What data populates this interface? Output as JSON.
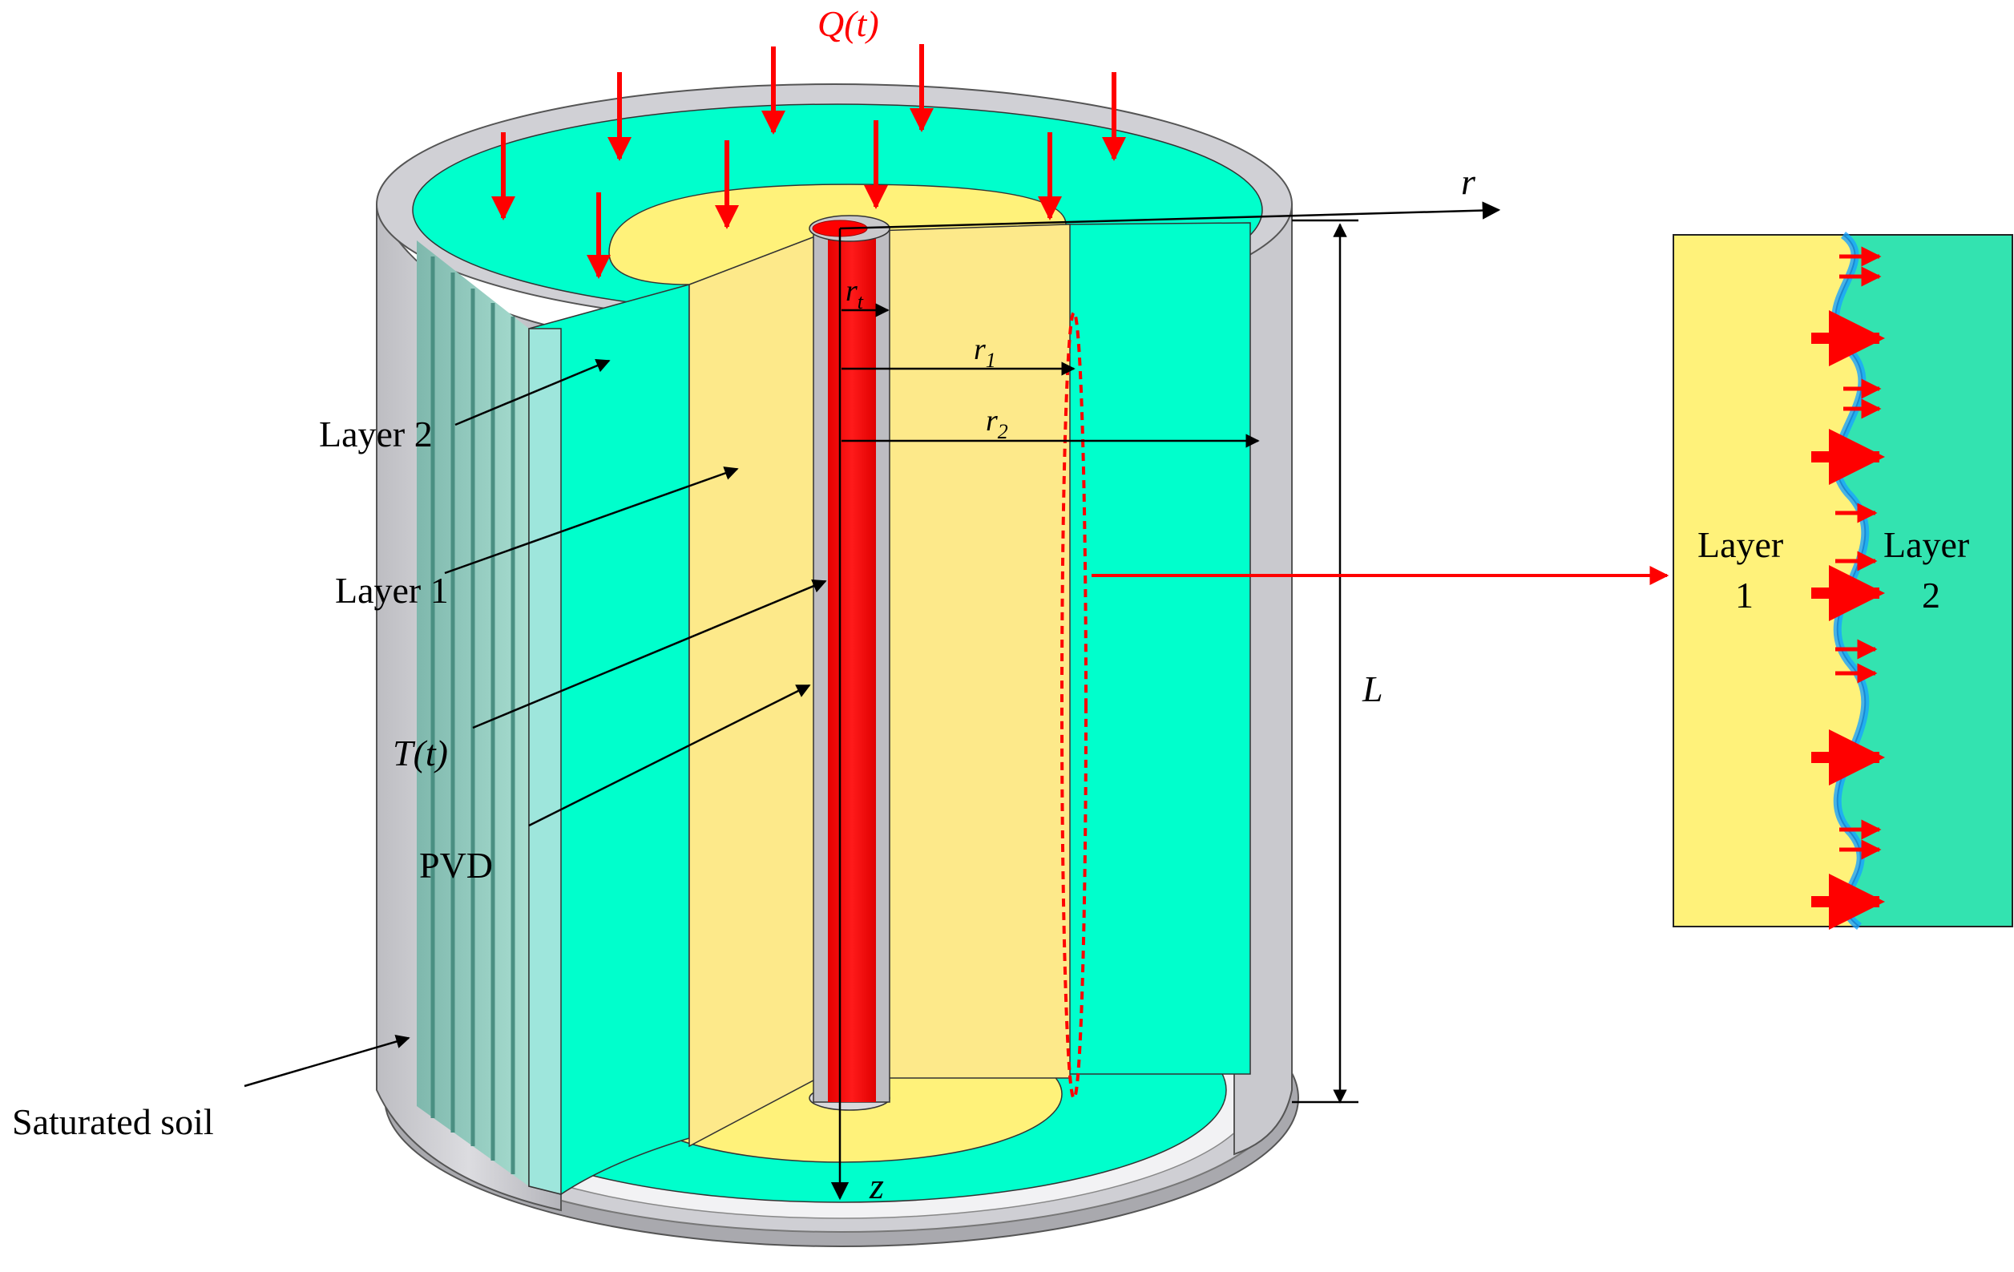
{
  "labels": {
    "load": "Q(t)",
    "radial_axis": "r",
    "depth_axis": "z",
    "radius_pvd": "r",
    "radius_pvd_sub": "t",
    "radius_1": "r",
    "radius_1_sub": "1",
    "radius_2": "r",
    "radius_2_sub": "2",
    "length": "L",
    "layer2": "Layer 2",
    "layer1": "Layer 1",
    "time_factor": "T(t)",
    "pvd": "PVD",
    "saturated_soil": "Saturated soil",
    "detail_layer1_a": "Layer",
    "detail_layer1_b": "1",
    "detail_layer2_a": "Layer",
    "detail_layer2_b": "2"
  },
  "colors": {
    "outer_soil": "#c8c8cc",
    "layer2": "#00ffcc",
    "layer2_detail": "#33e3b0",
    "layer1": "#fde98a",
    "layer1_detail": "#fff27a",
    "pvd": "#ff0000",
    "arrow": "#ff0000",
    "interface": "#1aa3ff"
  }
}
